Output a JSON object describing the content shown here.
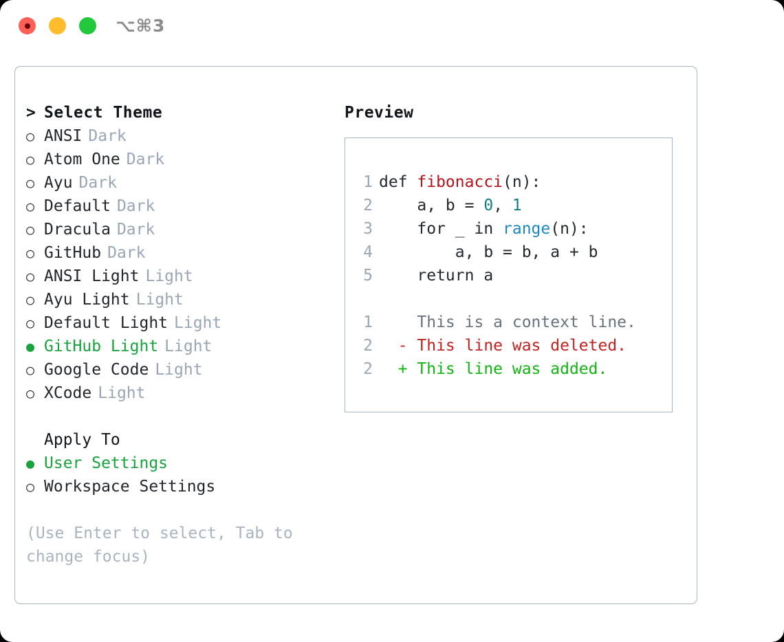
{
  "window": {
    "shortcut_title": "⌥⌘3",
    "traffic_lights": [
      "close-button",
      "minimize-button",
      "zoom-button"
    ]
  },
  "colors": {
    "accent_green": "#18a33c",
    "muted": "#9aa6b6",
    "hint": "#aab3bf",
    "border": "#a9b4c4",
    "code_fn": "#b5121b",
    "code_num": "#117d7d",
    "code_call": "#1b88c4",
    "diff_add": "#11b511",
    "diff_del": "#c42121",
    "diff_ctx": "#6a737d"
  },
  "theme_picker": {
    "header_caret": ">",
    "header_label": "Select Theme",
    "bullet_selected": "●",
    "bullet_unselected": "○",
    "items": [
      {
        "name": "ANSI",
        "kind": "Dark",
        "selected": false
      },
      {
        "name": "Atom One",
        "kind": "Dark",
        "selected": false
      },
      {
        "name": "Ayu",
        "kind": "Dark",
        "selected": false
      },
      {
        "name": "Default",
        "kind": "Dark",
        "selected": false
      },
      {
        "name": "Dracula",
        "kind": "Dark",
        "selected": false
      },
      {
        "name": "GitHub",
        "kind": "Dark",
        "selected": false
      },
      {
        "name": "ANSI Light",
        "kind": "Light",
        "selected": false
      },
      {
        "name": "Ayu Light",
        "kind": "Light",
        "selected": false
      },
      {
        "name": "Default Light",
        "kind": "Light",
        "selected": false
      },
      {
        "name": "GitHub Light",
        "kind": "Light",
        "selected": true
      },
      {
        "name": "Google Code",
        "kind": "Light",
        "selected": false
      },
      {
        "name": "XCode",
        "kind": "Light",
        "selected": false
      }
    ]
  },
  "apply_to": {
    "header_label": "Apply To",
    "items": [
      {
        "name": "User Settings",
        "selected": true
      },
      {
        "name": "Workspace Settings",
        "selected": false
      }
    ]
  },
  "hint": "(Use Enter to select, Tab to change focus)",
  "preview": {
    "title": "Preview",
    "code_lines": [
      {
        "num": "1",
        "indent": "",
        "segments": [
          {
            "t": "def ",
            "c": "ct"
          },
          {
            "t": "fibonacci",
            "c": "tok-fn"
          },
          {
            "t": "(n):",
            "c": "ct"
          }
        ]
      },
      {
        "num": "2",
        "indent": "    ",
        "segments": [
          {
            "t": "a, b = ",
            "c": "ct"
          },
          {
            "t": "0",
            "c": "tok-num"
          },
          {
            "t": ", ",
            "c": "ct"
          },
          {
            "t": "1",
            "c": "tok-num"
          }
        ]
      },
      {
        "num": "3",
        "indent": "    ",
        "segments": [
          {
            "t": "for _ in ",
            "c": "ct"
          },
          {
            "t": "range",
            "c": "tok-call"
          },
          {
            "t": "(n):",
            "c": "ct"
          }
        ]
      },
      {
        "num": "4",
        "indent": "        ",
        "segments": [
          {
            "t": "a, b = b, a + b",
            "c": "ct"
          }
        ]
      },
      {
        "num": "5",
        "indent": "    ",
        "segments": [
          {
            "t": "return a",
            "c": "ct"
          }
        ]
      }
    ],
    "diff_lines": [
      {
        "num": "1",
        "marker": "  ",
        "text": "This is a context line.",
        "cls": "diff-ctx"
      },
      {
        "num": "2",
        "marker": "- ",
        "text": "This line was deleted.",
        "cls": "diff-del"
      },
      {
        "num": "2",
        "marker": "+ ",
        "text": "This line was added.",
        "cls": "diff-add"
      }
    ]
  }
}
